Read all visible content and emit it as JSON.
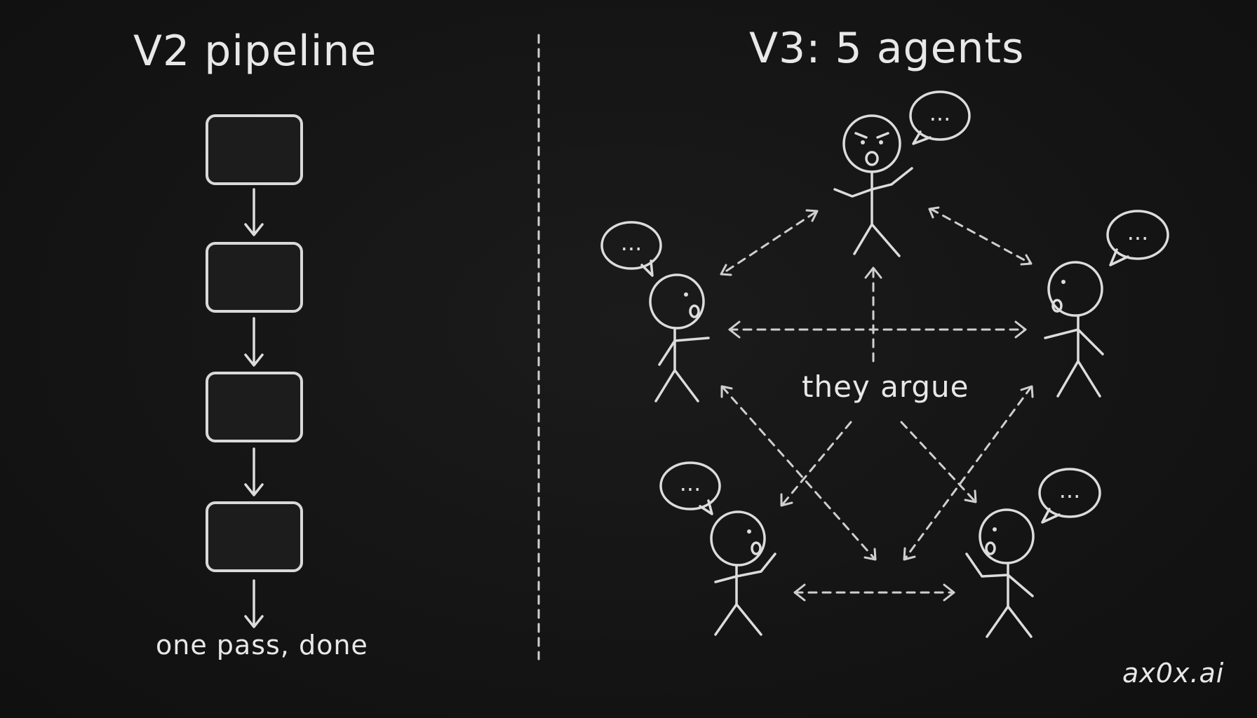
{
  "left_panel": {
    "title": "V2 pipeline",
    "caption": "one pass, done",
    "box_count": 4
  },
  "right_panel": {
    "title": "V3: 5 agents",
    "center_label": "they argue",
    "agents": [
      {
        "name": "agent-top",
        "expression": "angry"
      },
      {
        "name": "agent-left",
        "expression": "talking"
      },
      {
        "name": "agent-right",
        "expression": "talking"
      },
      {
        "name": "agent-bottom-left",
        "expression": "talking"
      },
      {
        "name": "agent-bottom-right",
        "expression": "talking"
      }
    ],
    "speech_bubble_text": "..."
  },
  "watermark": "ax0x.ai",
  "colors": {
    "background": "#141414",
    "chalk": "#dcdcdc"
  }
}
